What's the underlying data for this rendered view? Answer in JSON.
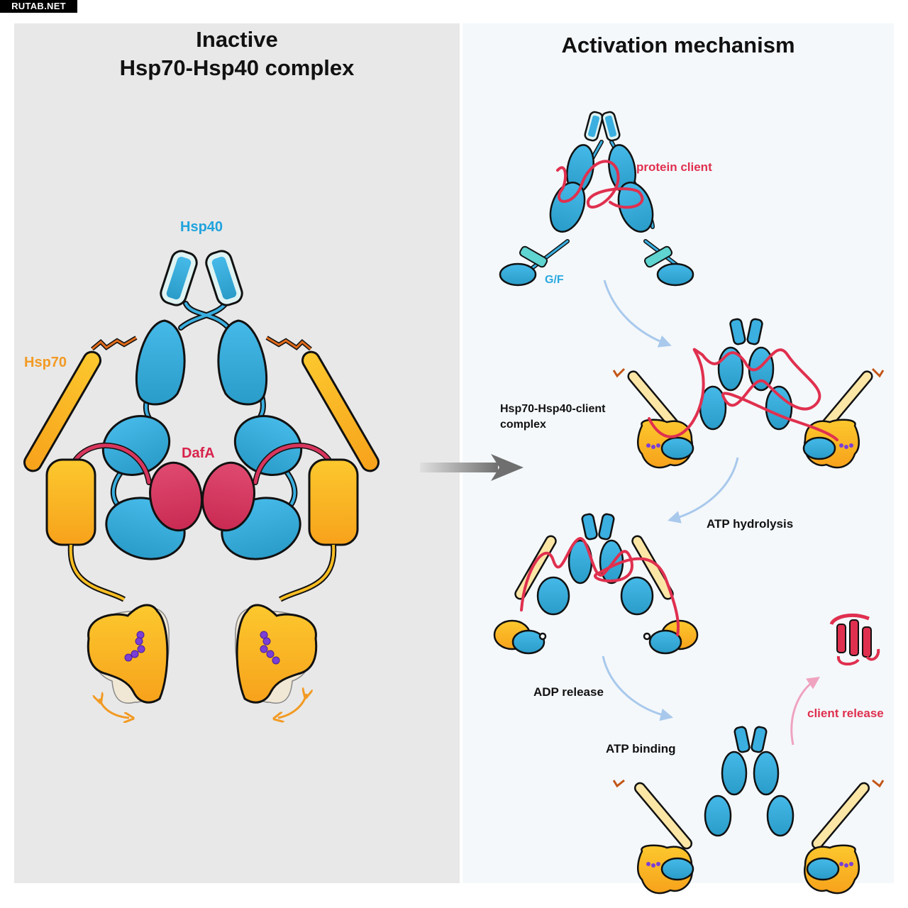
{
  "watermark": "RUTAB.NET",
  "left_panel": {
    "title_line1": "Inactive",
    "title_line2": "Hsp70-Hsp40 complex",
    "labels": {
      "hsp40": "Hsp40",
      "hsp70": "Hsp70",
      "dafa": "DafA"
    }
  },
  "right_panel": {
    "title": "Activation mechanism",
    "labels": {
      "protein_client": "protein client",
      "gf": "G/F",
      "complex_line1": "Hsp70-Hsp40-client",
      "complex_line2": "complex",
      "atp_hydrolysis": "ATP hydrolysis",
      "adp_release": "ADP release",
      "atp_binding": "ATP binding",
      "client_release": "client release"
    }
  },
  "colors": {
    "hsp40_blue": "#3aafe0",
    "hsp70_yellow": "#fbbf24",
    "dafa_red": "#d8365e",
    "client_red": "#e0304f",
    "linker_orange": "#e06a1a",
    "flow_arrow_blue": "#a9c9ec",
    "flow_arrow_pink": "#efa3bf",
    "main_arrow_gray": "#7a7a7a",
    "atp_purple": "#7b3fd6"
  },
  "flow_steps": [
    "protein client",
    "Hsp70-Hsp40-client complex",
    "ATP hydrolysis",
    "ADP release",
    "ATP binding",
    "client release"
  ]
}
